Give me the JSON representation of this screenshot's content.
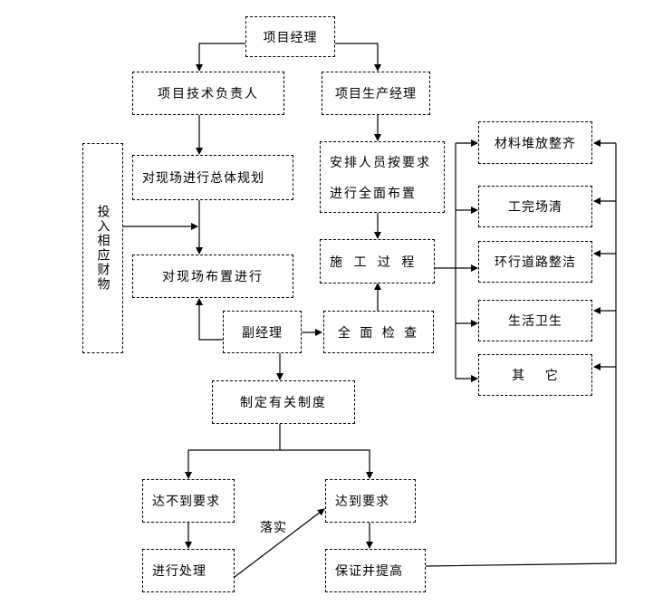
{
  "nodes": {
    "project_manager": "项目经理",
    "tech_lead": "项目技术负责人",
    "production_manager": "项目生产经理",
    "overall_plan": "对现场进行总体规划",
    "arrange_staff": "安排人员按要求进行全面布置",
    "invest": "投入相应财物",
    "site_layout": "对现场布置进行",
    "construction_process": "施 工 过 程",
    "deputy_manager": "副经理",
    "inspection": "全 面 检 查",
    "regulations": "制定有关制度",
    "not_met": "达不到要求",
    "met": "达到要求",
    "handle": "进行处理",
    "guarantee": "保证并提高"
  },
  "right_items": [
    "材料堆放整齐",
    "工完场清",
    "环行道路整洁",
    "生活卫生",
    "其    它"
  ],
  "edge_label_implement": "落实",
  "colors": {
    "line": "#000000",
    "background": "#ffffff"
  }
}
